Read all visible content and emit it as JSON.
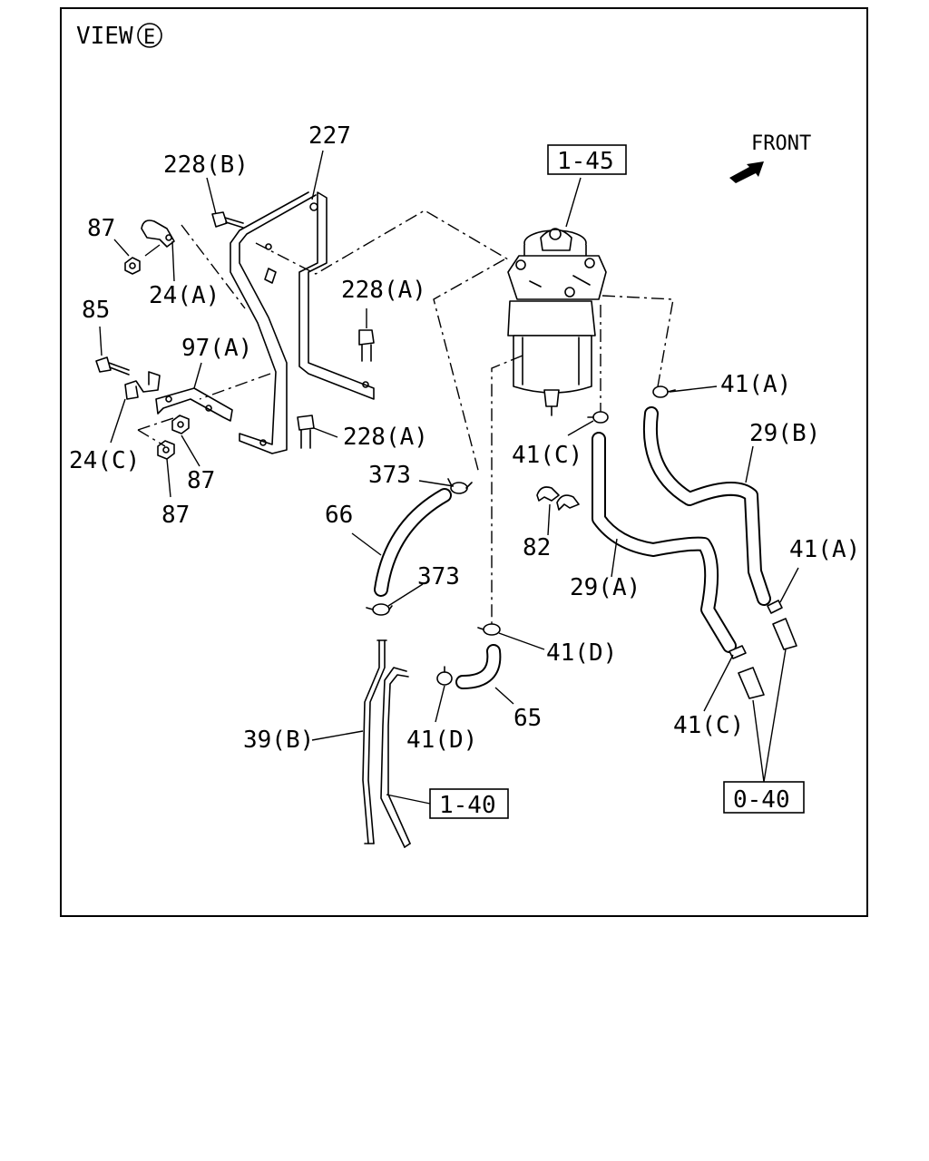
{
  "view": {
    "prefix": "VIEW",
    "letter": "E"
  },
  "front_label": "FRONT",
  "boxed_refs": {
    "filter": "1-45",
    "fuel_line": "1-40",
    "tank": "0-40"
  },
  "labels": {
    "l227": "227",
    "l228b": "228(B)",
    "l228a_upper": "228(A)",
    "l228a_lower": "228(A)",
    "l87_top": "87",
    "l24a": "24(A)",
    "l85": "85",
    "l97a": "97(A)",
    "l24c": "24(C)",
    "l87_mid": "87",
    "l87_bottom": "87",
    "l373_upper": "373",
    "l66": "66",
    "l373_lower": "373",
    "l41a_upper": "41(A)",
    "l41c_upper": "41(C)",
    "l29b": "29(B)",
    "l82": "82",
    "l29a": "29(A)",
    "l41a_lower": "41(A)",
    "l41d_right": "41(D)",
    "l65": "65",
    "l41d_left": "41(D)",
    "l39b": "39(B)",
    "l41c_lower": "41(C)"
  },
  "icons": [
    "front-arrow-icon",
    "fuel-filter-icon",
    "circle-letter-icon"
  ]
}
